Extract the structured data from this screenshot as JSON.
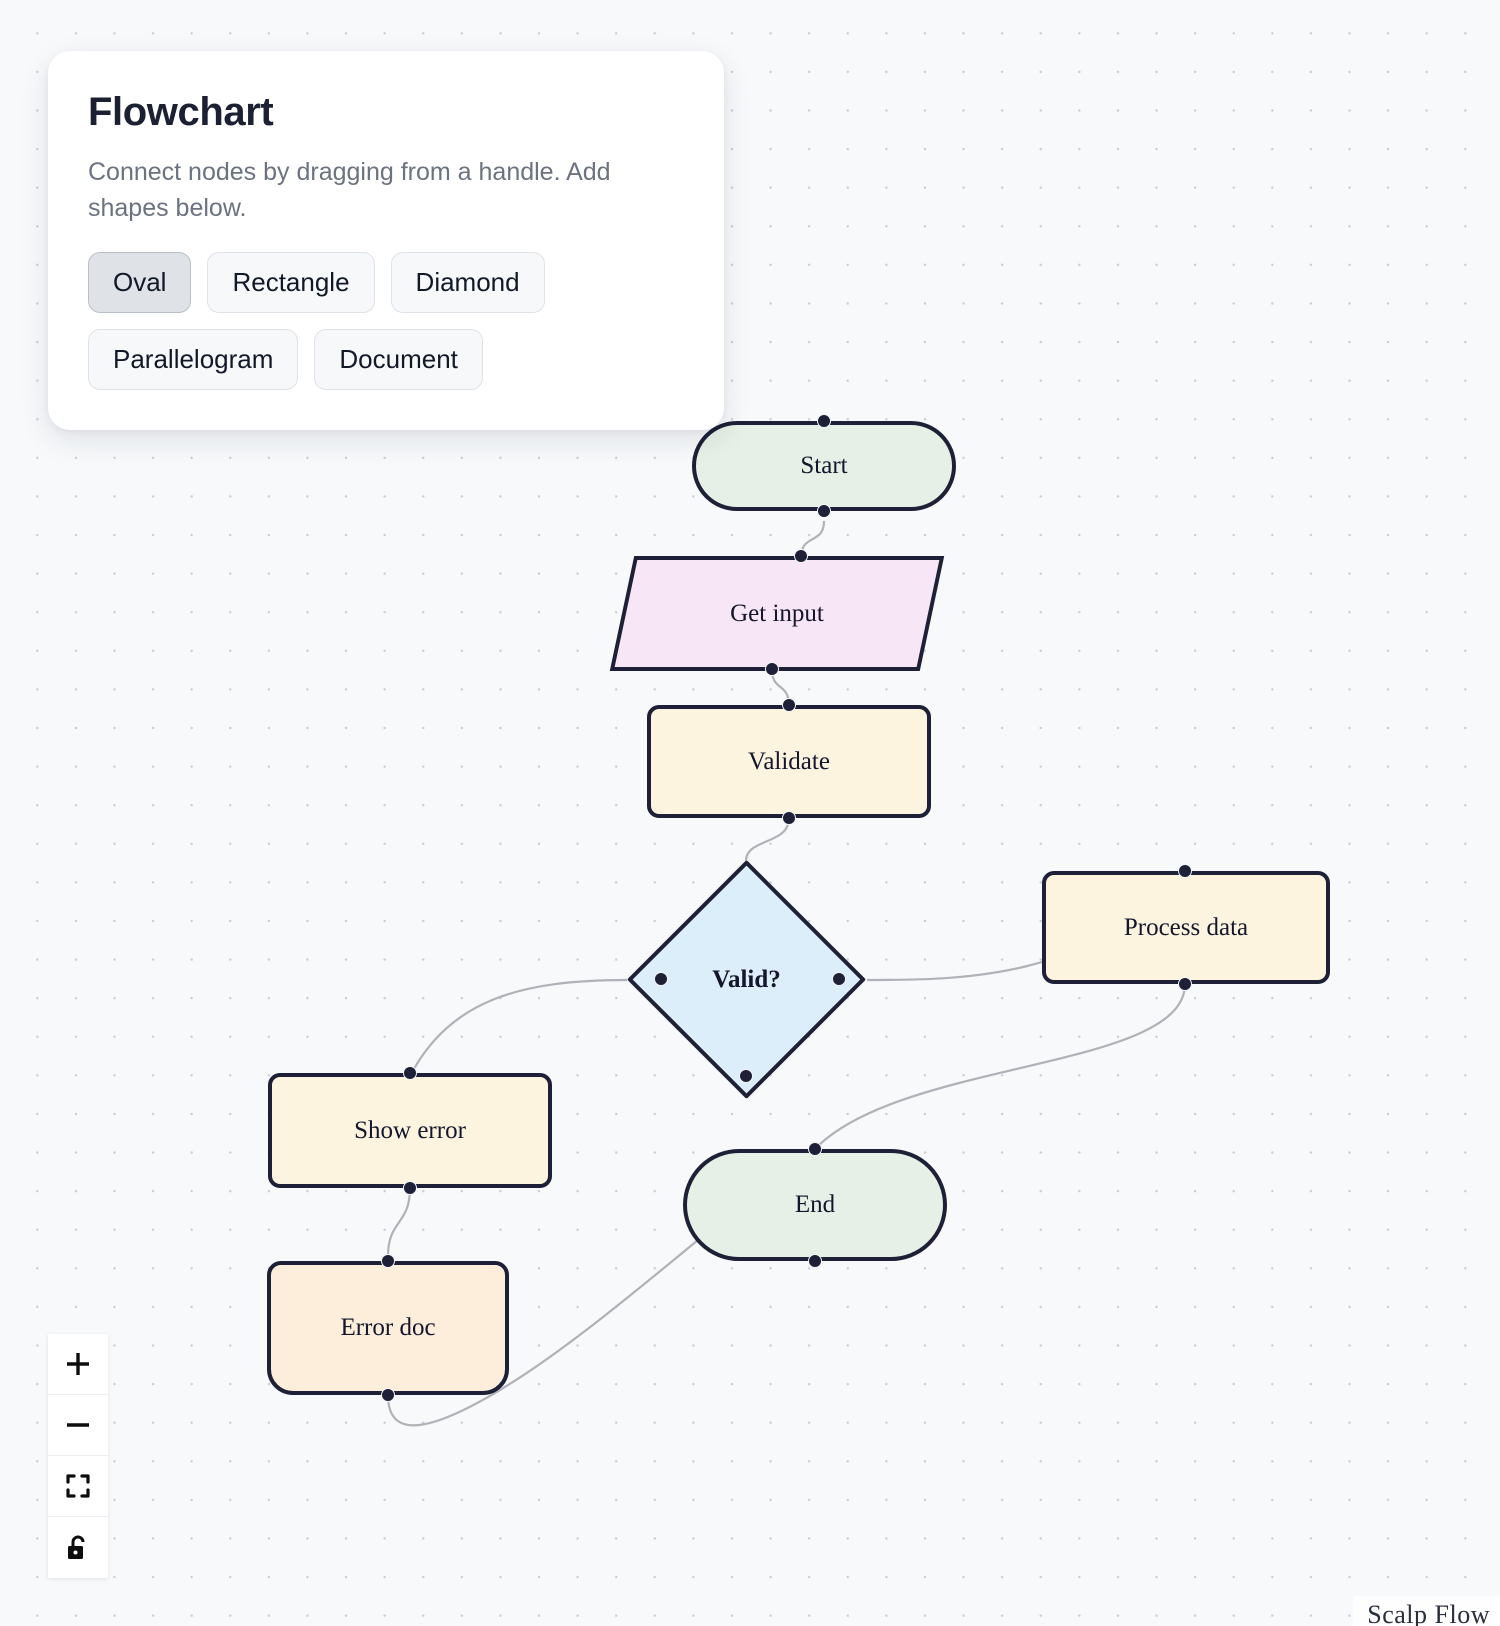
{
  "panel": {
    "title": "Flowchart",
    "description": "Connect nodes by dragging from a handle. Add shapes below.",
    "shape_buttons": [
      {
        "label": "Oval",
        "active": true
      },
      {
        "label": "Rectangle",
        "active": false
      },
      {
        "label": "Diamond",
        "active": false
      },
      {
        "label": "Parallelogram",
        "active": false
      },
      {
        "label": "Document",
        "active": false
      }
    ]
  },
  "canvas": {
    "background": "#f7f9fb",
    "dot_color": "#c9ced6",
    "node_border_color": "#1d2036",
    "edge_color": "#b1b1b7",
    "handle_color": "#1d2036"
  },
  "nodes": [
    {
      "id": "start",
      "label": "Start",
      "shape": "oval",
      "fill": "#e6f0e6"
    },
    {
      "id": "getinput",
      "label": "Get input",
      "shape": "parallelogram",
      "fill": "#f7e6f5"
    },
    {
      "id": "validate",
      "label": "Validate",
      "shape": "rectangle",
      "fill": "#fdf4e0"
    },
    {
      "id": "valid",
      "label": "Valid?",
      "shape": "diamond",
      "fill": "#ddeefb"
    },
    {
      "id": "process",
      "label": "Process data",
      "shape": "rectangle",
      "fill": "#fdf4e0"
    },
    {
      "id": "showerr",
      "label": "Show error",
      "shape": "rectangle",
      "fill": "#fdf4e0"
    },
    {
      "id": "errdoc",
      "label": "Error doc",
      "shape": "document",
      "fill": "#fdeedc"
    },
    {
      "id": "end",
      "label": "End",
      "shape": "oval",
      "fill": "#e6f0e6"
    }
  ],
  "edges": [
    {
      "from": "start",
      "to": "getinput"
    },
    {
      "from": "getinput",
      "to": "validate"
    },
    {
      "from": "validate",
      "to": "valid"
    },
    {
      "from": "valid",
      "to": "process"
    },
    {
      "from": "valid",
      "to": "showerr"
    },
    {
      "from": "process",
      "to": "end"
    },
    {
      "from": "showerr",
      "to": "errdoc"
    },
    {
      "from": "errdoc",
      "to": "end"
    }
  ],
  "controls": [
    {
      "id": "zoom-in",
      "icon": "plus-icon",
      "label": "zoom in"
    },
    {
      "id": "zoom-out",
      "icon": "minus-icon",
      "label": "zoom out"
    },
    {
      "id": "fit-view",
      "icon": "fit-view-icon",
      "label": "fit view"
    },
    {
      "id": "lock",
      "icon": "unlock-icon",
      "label": "toggle interactivity"
    }
  ],
  "attribution": "Scalp Flow"
}
